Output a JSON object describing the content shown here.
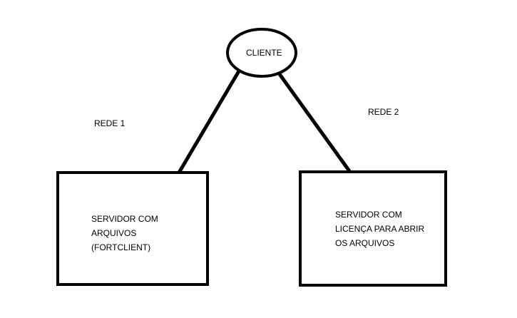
{
  "diagram": {
    "client": {
      "label": "CLIENTE"
    },
    "networks": [
      {
        "label": "REDE 1"
      },
      {
        "label": "REDE 2"
      }
    ],
    "servers": [
      {
        "label": "SERVIDOR COM\nARQUIVOS\n(FORTCLIENT)"
      },
      {
        "label": "SERVIDOR COM\nLICENÇA PARA ABRIR\nOS ARQUIVOS"
      }
    ]
  },
  "colors": {
    "stroke": "#000000",
    "fill": "#ffffff",
    "text": "#000000"
  }
}
